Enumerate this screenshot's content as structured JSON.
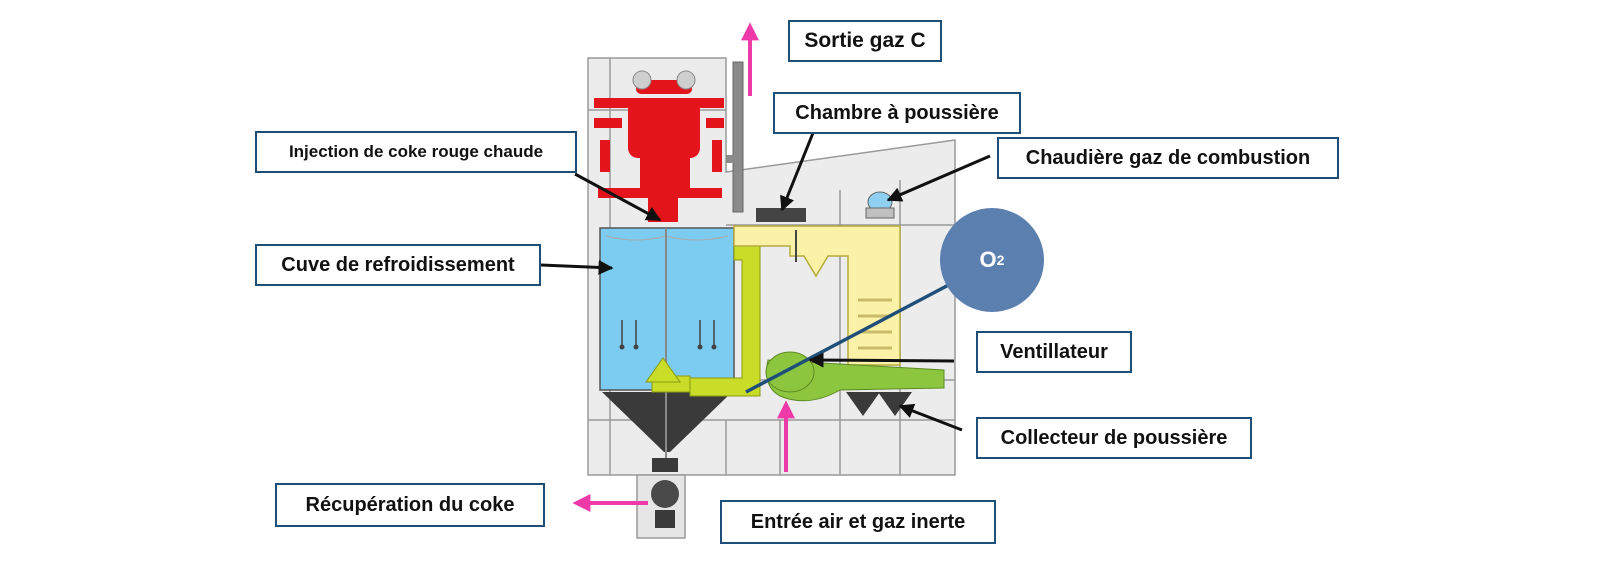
{
  "labels": {
    "sortie_gaz": "Sortie gaz C",
    "chambre_poussiere": "Chambre à poussière",
    "injection_coke": "Injection de coke rouge chaude",
    "chaudiere": "Chaudière gaz de combustion",
    "cuve": "Cuve de refroidissement",
    "ventillateur": "Ventillateur",
    "collecteur": "Collecteur de poussière",
    "recuperation": "Récupération du coke",
    "entree_air": "Entrée air et gaz inerte"
  },
  "o2": {
    "symbol": "O",
    "subscript": "2"
  },
  "colors": {
    "frame": "#e6e6e6",
    "frame_stroke": "#9a9a9a",
    "hot_coke": "#e3141b",
    "cooling_tank": "#7ccbf0",
    "gas_duct": "#c8dc28",
    "boiler": "#fbf2a8",
    "fan": "#8cc63f",
    "dark_parts": "#333333",
    "flow_arrow": "#ee3aa8",
    "label_border": "#1f4e79",
    "o2_circle": "#5b80b0"
  }
}
